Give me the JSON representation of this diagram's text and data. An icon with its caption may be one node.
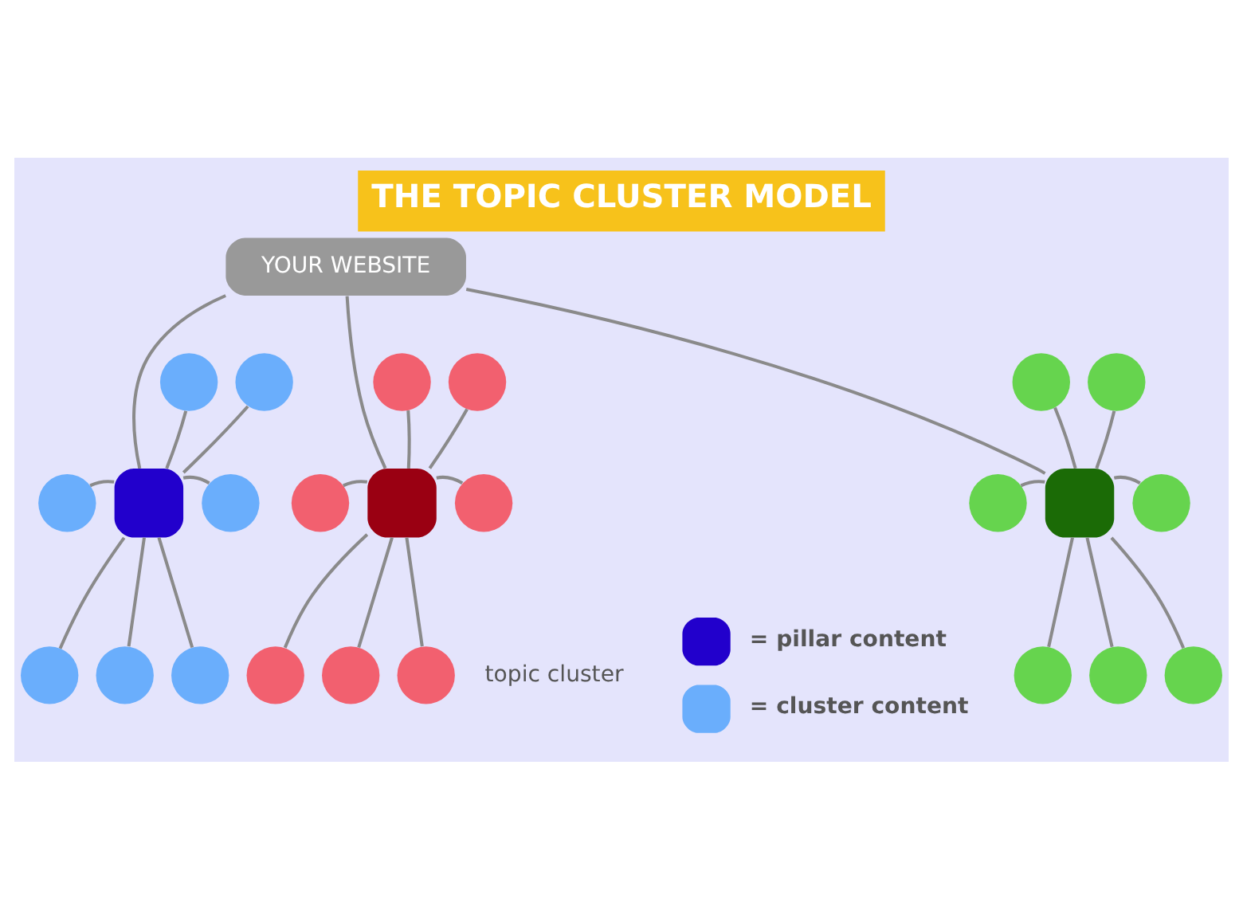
{
  "diagram": {
    "title": "THE TOPIC CLUSTER MODEL",
    "nodes": [
      {
        "text": [
          "YOUR WEBSITE"
        ]
      },
      {
        "text": [],
        "shape": "box"
      },
      {
        "text": [],
        "shape": "circle"
      },
      {
        "text": [],
        "shape": "circle"
      },
      {
        "text": [],
        "shape": "circle"
      },
      {
        "text": [],
        "shape": "circle"
      },
      {
        "text": [],
        "shape": "circle"
      },
      {
        "text": [],
        "shape": "circle"
      },
      {
        "text": [],
        "shape": "circle"
      },
      {
        "text": [],
        "shape": "box"
      },
      {
        "text": [],
        "shape": "circle"
      },
      {
        "text": [],
        "shape": "circle"
      },
      {
        "text": [],
        "shape": "circle"
      },
      {
        "text": [],
        "shape": "circle"
      },
      {
        "text": [],
        "shape": "circle"
      },
      {
        "text": [],
        "shape": "circle"
      },
      {
        "text": [],
        "shape": "circle"
      },
      {
        "text": [],
        "shape": "box"
      },
      {
        "text": [],
        "shape": "circle"
      },
      {
        "text": [],
        "shape": "circle"
      },
      {
        "text": [],
        "shape": "circle"
      },
      {
        "text": [],
        "shape": "circle"
      },
      {
        "text": [],
        "shape": "circle"
      },
      {
        "text": [],
        "shape": "circle"
      },
      {
        "text": [],
        "shape": "circle"
      }
    ],
    "edges": [
      {
        "from": 0,
        "to": 1,
        "arrow": "none"
      },
      {
        "from": 0,
        "to": 9,
        "arrow": "none"
      },
      {
        "from": 0,
        "to": 17,
        "arrow": "none"
      },
      {
        "from": 1,
        "to": 2,
        "arrow": "none"
      },
      {
        "from": 1,
        "to": 3,
        "arrow": "none"
      },
      {
        "from": 1,
        "to": 4,
        "arrow": "none"
      },
      {
        "from": 1,
        "to": 5,
        "arrow": "none"
      },
      {
        "from": 1,
        "to": 6,
        "arrow": "none"
      },
      {
        "from": 1,
        "to": 7,
        "arrow": "none"
      },
      {
        "from": 1,
        "to": 8,
        "arrow": "none"
      },
      {
        "from": 9,
        "to": 10,
        "arrow": "none"
      },
      {
        "from": 9,
        "to": 11,
        "arrow": "none"
      },
      {
        "from": 9,
        "to": 12,
        "arrow": "none"
      },
      {
        "from": 9,
        "to": 13,
        "arrow": "none"
      },
      {
        "from": 9,
        "to": 14,
        "arrow": "none"
      },
      {
        "from": 9,
        "to": 15,
        "arrow": "none"
      },
      {
        "from": 9,
        "to": 16,
        "arrow": "none"
      },
      {
        "from": 17,
        "to": 18,
        "arrow": "none"
      },
      {
        "from": 17,
        "to": 19,
        "arrow": "none"
      },
      {
        "from": 17,
        "to": 20,
        "arrow": "none"
      },
      {
        "from": 17,
        "to": 21,
        "arrow": "none"
      },
      {
        "from": 17,
        "to": 22,
        "arrow": "none"
      },
      {
        "from": 17,
        "to": 23,
        "arrow": "none"
      },
      {
        "from": 17,
        "to": 24,
        "arrow": "none"
      }
    ],
    "labels": [
      "topic cluster"
    ],
    "legend": [
      {
        "text": "= pillar content"
      },
      {
        "text": "= cluster content"
      }
    ]
  }
}
